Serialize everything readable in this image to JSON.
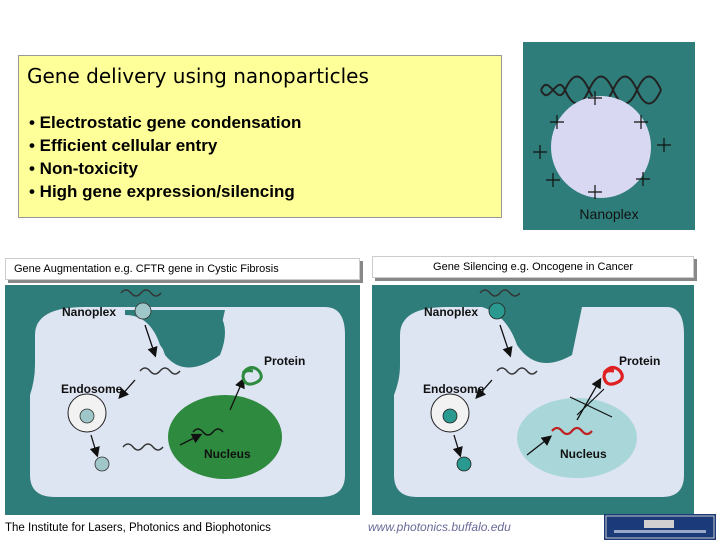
{
  "header": {
    "title": "Gene delivery using nanoparticles",
    "bullets": [
      "• Electrostatic gene condensation",
      "• Efficient cellular entry",
      "• Non-toxicity",
      "• High gene expression/silencing"
    ]
  },
  "nanoplex_figure": {
    "label": "Nanoplex",
    "charges": "+"
  },
  "left_panel": {
    "caption": "Gene Augmentation e.g. CFTR gene in Cystic Fibrosis",
    "labels": {
      "nanoplex": "Nanoplex",
      "protein": "Protein",
      "endosome": "Endosome",
      "nucleus": "Nucleus"
    }
  },
  "right_panel": {
    "caption": "Gene Silencing e.g. Oncogene in Cancer",
    "labels": {
      "nanoplex": "Nanoplex",
      "protein": "Protein",
      "endosome": "Endosome",
      "nucleus": "Nucleus"
    }
  },
  "footer": {
    "left": "The Institute for Lasers, Photonics and Biophotonics",
    "right": "www.photonics.buffalo.edu"
  },
  "colors": {
    "title_box": "#ffff99",
    "panel_bg": "#2f7d7a",
    "cell": "#dde4f2",
    "nucleus_left": "#2e8a3e",
    "nucleus_right": "#a9d6d9",
    "particle": "#2a9a90",
    "protein_left": "#2e8a3e",
    "protein_right": "#e02020",
    "nanoplex_core": "#d8d8f2"
  },
  "icons": [
    "dna-helix-icon",
    "plus-sign-icon",
    "arrow-icon"
  ]
}
